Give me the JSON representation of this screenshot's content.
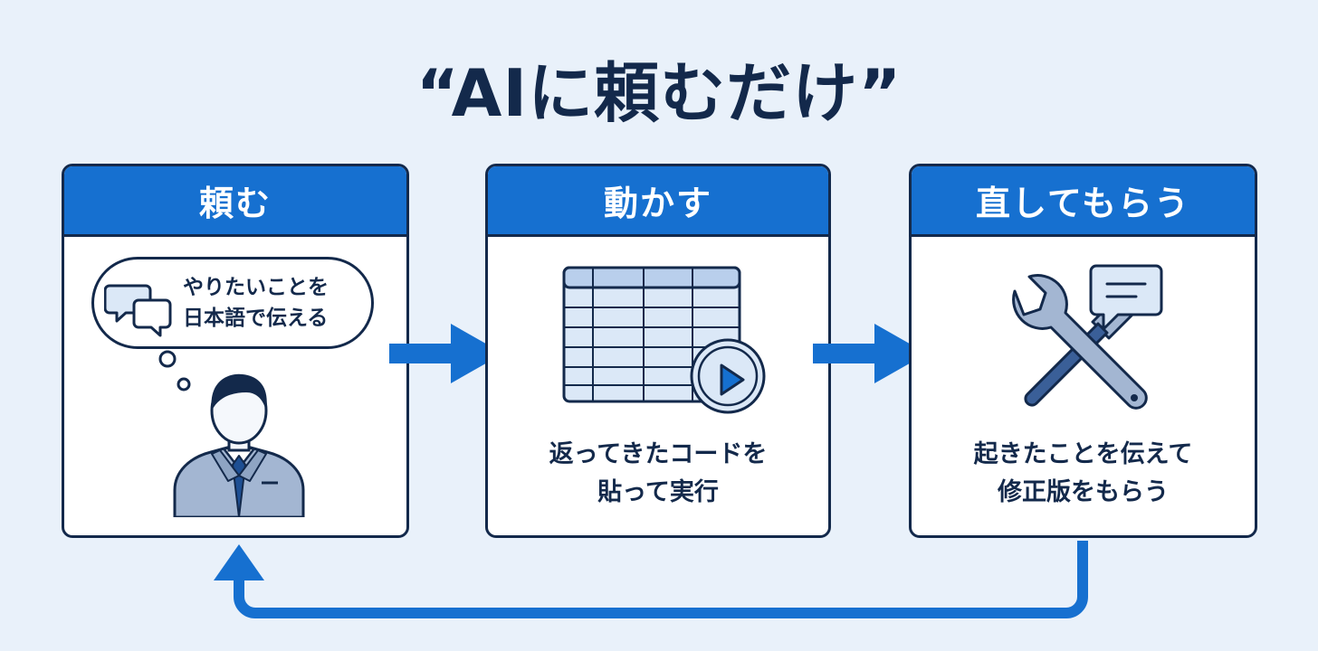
{
  "title": "“AIに頼むだけ”",
  "steps": [
    {
      "label": "頼む",
      "caption": [
        "やりたいことを",
        "日本語で伝える"
      ],
      "icons": [
        "chat-bubbles-icon",
        "thought-bubble",
        "businessman-avatar"
      ]
    },
    {
      "label": "動かす",
      "caption": [
        "返ってきたコードを",
        "貼って実行"
      ],
      "icons": [
        "spreadsheet-icon",
        "play-button-icon"
      ]
    },
    {
      "label": "直してもらう",
      "caption": [
        "起きたことを伝えて",
        "修正版をもらう"
      ],
      "icons": [
        "wrench-icon",
        "screwdriver-icon",
        "message-icon"
      ]
    }
  ],
  "colors": {
    "background": "#e9f1fa",
    "accent": "#1670d0",
    "ink": "#13294b",
    "icon_fill": "#dbe8f7",
    "suit": "#a3b6d2"
  }
}
